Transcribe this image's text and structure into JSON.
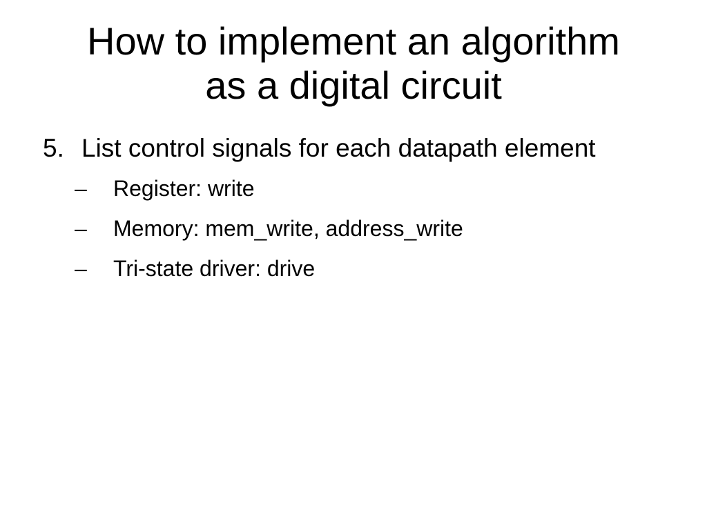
{
  "slide": {
    "title_line1": "How to implement an algorithm",
    "title_line2": "as a digital circuit",
    "step": {
      "number": "5.",
      "text": "List control signals for each datapath element"
    },
    "sub_items": [
      {
        "dash": "–",
        "text": "Register: write"
      },
      {
        "dash": "–",
        "text": "Memory: mem_write, address_write"
      },
      {
        "dash": "–",
        "text": "Tri-state driver: drive"
      }
    ]
  }
}
